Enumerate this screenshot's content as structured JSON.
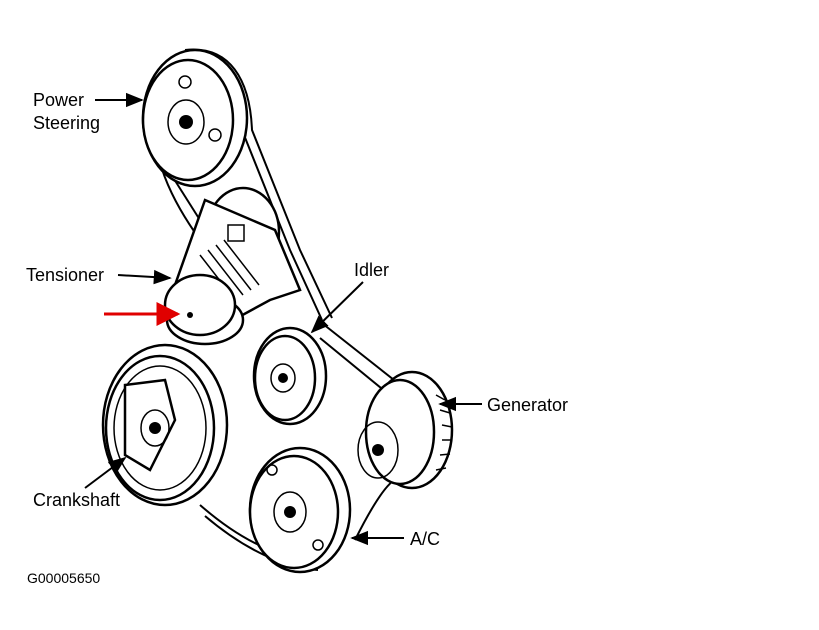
{
  "labels": {
    "power_steering_line1": "Power",
    "power_steering_line2": "Steering",
    "tensioner": "Tensioner",
    "idler": "Idler",
    "generator": "Generator",
    "crankshaft": "Crankshaft",
    "ac": "A/C"
  },
  "figure_code": "G00005650",
  "colors": {
    "ink": "#000000",
    "highlight_arrow": "#e00000",
    "background": "#ffffff"
  }
}
